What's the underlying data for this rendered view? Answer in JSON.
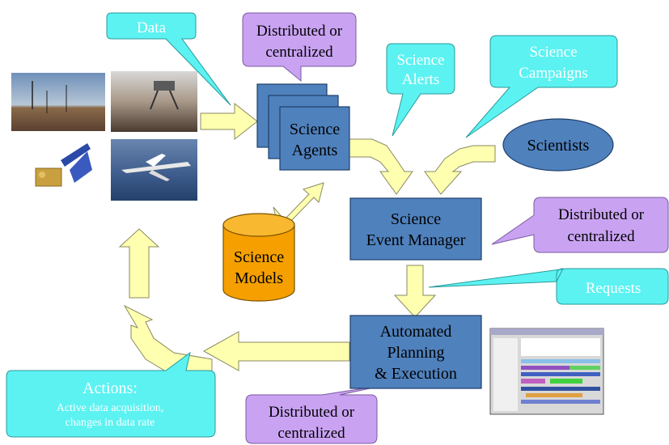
{
  "callouts": {
    "data": "Data",
    "distributed_top": [
      "Distributed or",
      "centralized"
    ],
    "science_alerts": [
      "Science",
      "Alerts"
    ],
    "science_campaigns": [
      "Science",
      "Campaigns"
    ],
    "distributed_right": [
      "Distributed or",
      "centralized"
    ],
    "requests": "Requests",
    "actions_title": "Actions:",
    "actions_body": [
      "Active data acquisition,",
      "changes in data rate"
    ],
    "distributed_bottom": [
      "Distributed or",
      "centralized"
    ]
  },
  "nodes": {
    "science_agents": [
      "Science",
      "Agents"
    ],
    "scientists": "Scientists",
    "science_event_manager": [
      "Science",
      "Event Manager"
    ],
    "science_models": [
      "Science",
      "Models"
    ],
    "automated_planning": [
      "Automated",
      "Planning",
      "& Execution"
    ]
  },
  "colors": {
    "cyan_callout": "#5CF2F2",
    "purple_callout": "#C9A3F2",
    "blue_box": "#4F81BD",
    "orange_db": "#F5A000",
    "arrow_fill": "#FFFFB0"
  }
}
